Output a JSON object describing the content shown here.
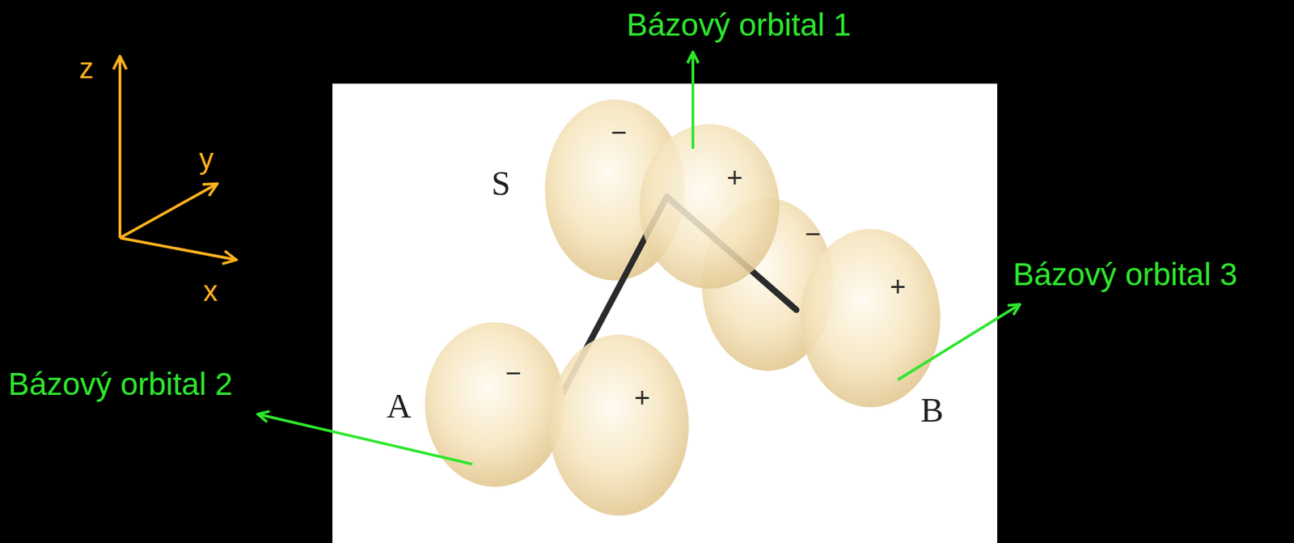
{
  "diagram": {
    "labels": [
      "Bázový orbital 1",
      "z",
      "−",
      "S",
      "+",
      "y",
      "−",
      "Bázový orbital 3",
      "+",
      "x",
      "−",
      "+",
      "A",
      "Bázový orbital 2",
      "B"
    ]
  }
}
